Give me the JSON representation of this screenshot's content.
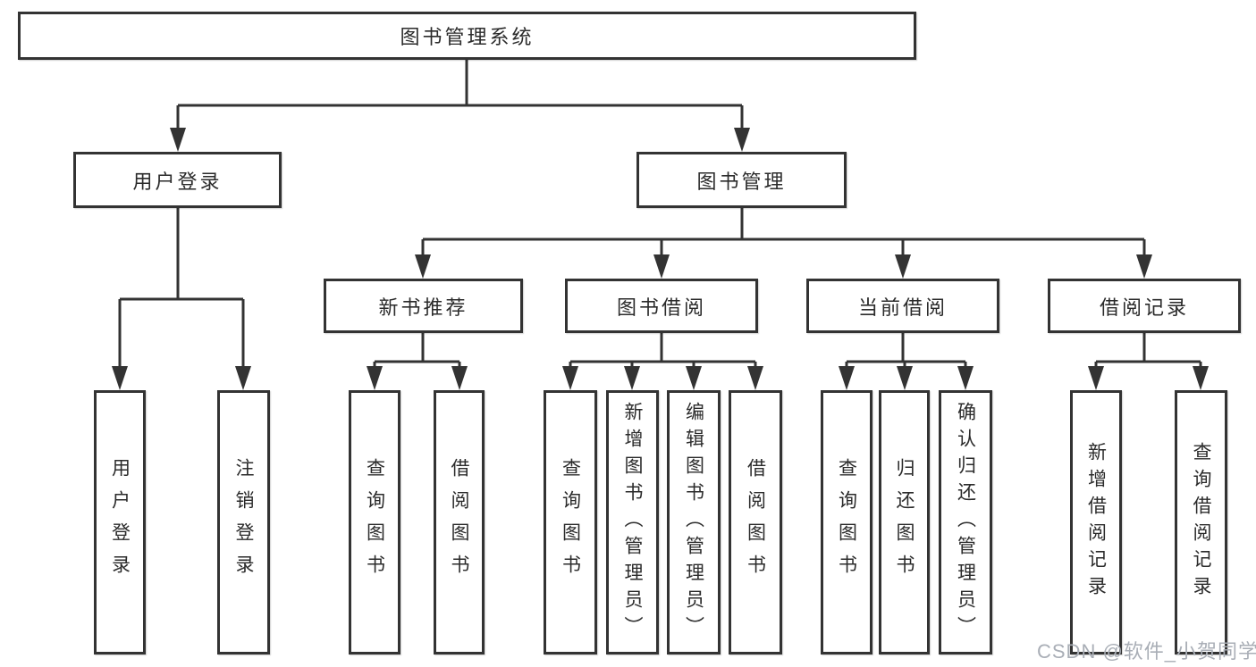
{
  "canvas": {
    "background": "#ffffff",
    "line_color": "#333333",
    "box_border_color": "#333333",
    "text_color": "#2b2b2b"
  },
  "watermark": {
    "text": "CSDN @软件_小贺同学",
    "color": "#a9aeb6"
  },
  "tree": {
    "label": "图书管理系统",
    "children": [
      {
        "label": "用户登录",
        "children": [
          {
            "label": "用户登录"
          },
          {
            "label": "注销登录"
          }
        ]
      },
      {
        "label": "图书管理",
        "children": [
          {
            "label": "新书推荐",
            "children": [
              {
                "label": "查询图书"
              },
              {
                "label": "借阅图书"
              }
            ]
          },
          {
            "label": "图书借阅",
            "children": [
              {
                "label": "查询图书"
              },
              {
                "label": "新增图书（管理员）"
              },
              {
                "label": "编辑图书（管理员）"
              },
              {
                "label": "借阅图书"
              }
            ]
          },
          {
            "label": "当前借阅",
            "children": [
              {
                "label": "查询图书"
              },
              {
                "label": "归还图书"
              },
              {
                "label": "确认归还（管理员）"
              }
            ]
          },
          {
            "label": "借阅记录",
            "children": [
              {
                "label": "新增借阅记录"
              },
              {
                "label": "查询借阅记录"
              }
            ]
          }
        ]
      }
    ]
  }
}
